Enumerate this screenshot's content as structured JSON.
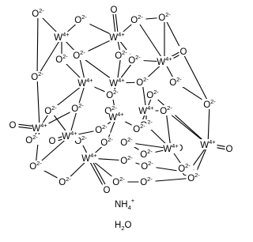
{
  "structure": {
    "tungsten_label": "W",
    "tungsten_charge": "4+",
    "bridging_oxygen_label": "O",
    "bridging_oxygen_charge": "2-",
    "terminal_oxygen_label": "O"
  },
  "counterions": {
    "ammonium_label": "NH",
    "ammonium_subscript": "4",
    "ammonium_charge": "+",
    "water_label": "H",
    "water_subscript": "2",
    "water_tail": "O"
  }
}
